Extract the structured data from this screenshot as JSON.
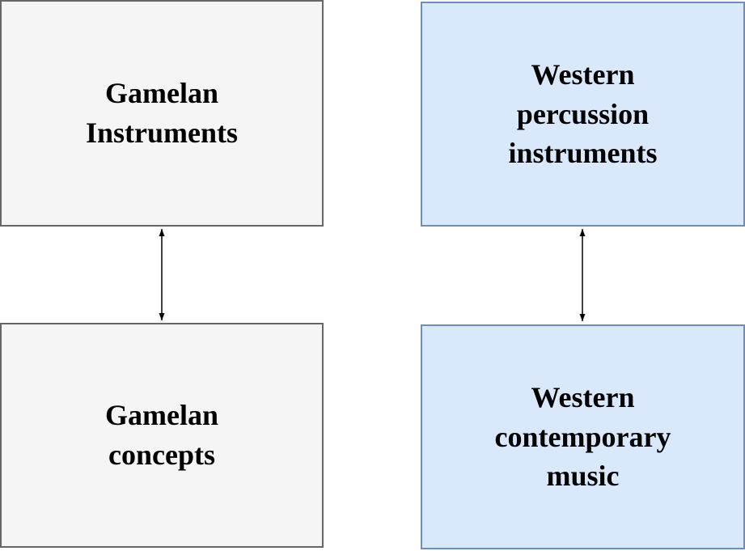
{
  "diagram": {
    "nodes": [
      {
        "id": "gamelan-instruments",
        "label": "Gamelan\nInstruments",
        "fill": "#f5f5f5",
        "stroke": "#666666"
      },
      {
        "id": "western-percussion-instruments",
        "label": "Western\npercussion\ninstruments",
        "fill": "#dae8fc",
        "stroke": "#6c8ebf"
      },
      {
        "id": "gamelan-concepts",
        "label": "Gamelan\nconcepts",
        "fill": "#f5f5f5",
        "stroke": "#666666"
      },
      {
        "id": "western-contemporary-music",
        "label": "Western\ncontemporary\nmusic",
        "fill": "#dae8fc",
        "stroke": "#6c8ebf"
      }
    ],
    "connectors": [
      {
        "from": "gamelan-instruments",
        "to": "gamelan-concepts",
        "type": "double-headed-arrow",
        "color": "#000000"
      },
      {
        "from": "western-percussion-instruments",
        "to": "western-contemporary-music",
        "type": "double-headed-arrow",
        "color": "#000000"
      }
    ],
    "colors": {
      "background": "#ffffff",
      "gray_fill": "#f5f5f5",
      "gray_stroke": "#666666",
      "blue_fill": "#dae8fc",
      "blue_stroke": "#6c8ebf",
      "arrow": "#000000",
      "text": "#000000"
    }
  }
}
